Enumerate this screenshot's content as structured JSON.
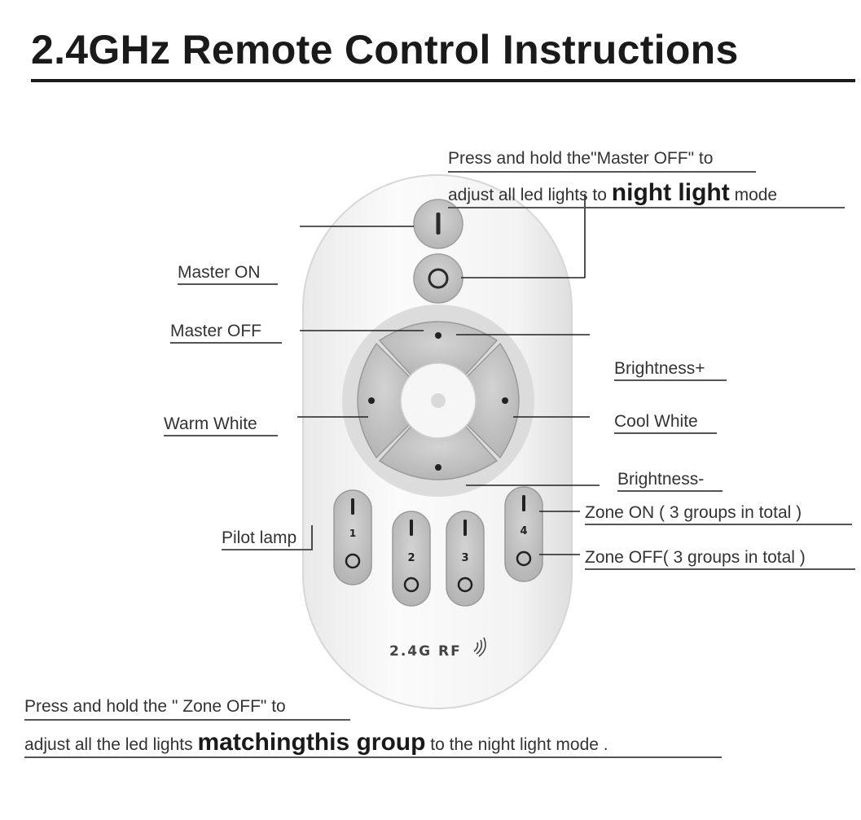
{
  "title": "2.4GHz Remote Control Instructions",
  "top_note": {
    "line1": "Press and hold the\"Master OFF\" to",
    "line2_pre": "adjust all led lights to ",
    "line2_bold": "night light",
    "line2_post": " mode"
  },
  "labels": {
    "master_on": "Master ON",
    "master_off": "Master OFF",
    "warm_white": "Warm White",
    "pilot_lamp": "Pilot lamp",
    "brightness_plus": "Brightness+",
    "cool_white": "Cool White",
    "brightness_minus": "Brightness-",
    "zone_on": "Zone ON ( 3 groups in total )",
    "zone_off": "Zone OFF( 3 groups in total )"
  },
  "bottom_note": {
    "line1": "Press and hold the \" Zone OFF\" to",
    "line2_pre": "adjust all the led lights ",
    "line2_bold": "matchingthis group",
    "line2_post": " to the night light mode ."
  },
  "remote": {
    "brand_text": "2.4G RF",
    "zone_numbers": [
      "1",
      "2",
      "3",
      "4"
    ],
    "icons": [
      "power-on-icon",
      "power-off-icon",
      "signal-icon"
    ]
  },
  "colors": {
    "body": "#f4f4f4",
    "button": "#c4c4c4",
    "button_dark": "#a9a9a9",
    "text": "#2b2b2b"
  }
}
